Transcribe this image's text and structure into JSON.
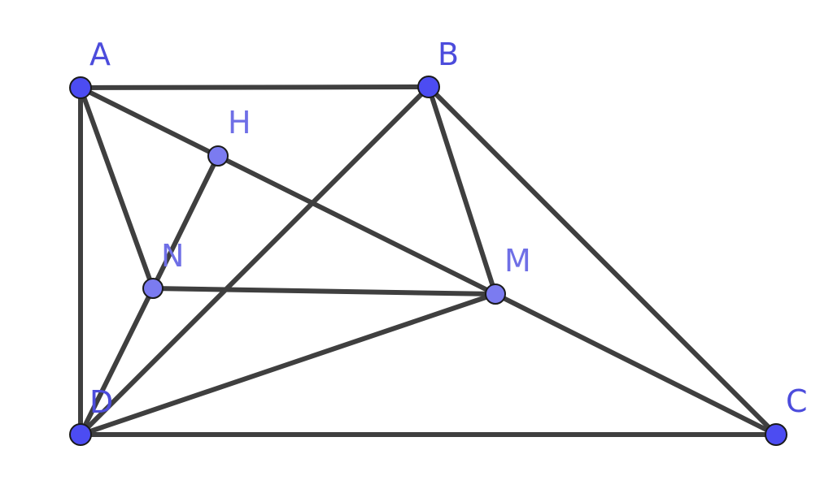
{
  "diagram": {
    "points": [
      {
        "id": "A",
        "label": "A",
        "kind": "free"
      },
      {
        "id": "B",
        "label": "B",
        "kind": "free"
      },
      {
        "id": "C",
        "label": "C",
        "kind": "free"
      },
      {
        "id": "D",
        "label": "D",
        "kind": "free"
      },
      {
        "id": "H",
        "label": "H",
        "kind": "dependent"
      },
      {
        "id": "N",
        "label": "N",
        "kind": "dependent"
      },
      {
        "id": "M",
        "label": "M",
        "kind": "dependent"
      }
    ],
    "segments": [
      [
        "A",
        "B"
      ],
      [
        "A",
        "D"
      ],
      [
        "D",
        "C"
      ],
      [
        "B",
        "C"
      ],
      [
        "A",
        "M"
      ],
      [
        "A",
        "N"
      ],
      [
        "H",
        "N"
      ],
      [
        "N",
        "D"
      ],
      [
        "N",
        "M"
      ],
      [
        "B",
        "D"
      ],
      [
        "B",
        "M"
      ],
      [
        "D",
        "M"
      ],
      [
        "M",
        "C"
      ]
    ],
    "colors": {
      "free_point": "#4c4cf2",
      "dependent_point": "#7b7bf0",
      "segment": "#3f3f3f",
      "label_free": "#4c4cdc",
      "label_dependent": "#6f6fe6"
    }
  }
}
